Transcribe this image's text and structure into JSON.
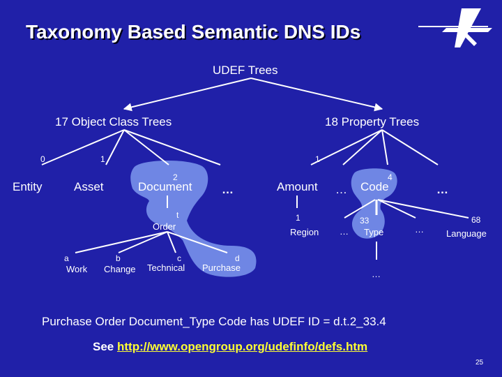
{
  "title": "Taxonomy Based Semantic DNS IDs",
  "tree": {
    "root": "UDEF Trees",
    "object_branch": "17 Object Class Trees",
    "property_branch": "18 Property Trees",
    "object_nodes": [
      {
        "code": "0",
        "label": "Entity"
      },
      {
        "code": "1",
        "label": "Asset"
      },
      {
        "code": "2",
        "label": "Document"
      },
      {
        "code": "",
        "label": "…"
      }
    ],
    "property_nodes": [
      {
        "code": "1",
        "label": "Amount"
      },
      {
        "code": "",
        "label": "…"
      },
      {
        "code": "4",
        "label": "Code"
      },
      {
        "code": "",
        "label": "…"
      }
    ],
    "order": {
      "code": "t",
      "label": "Order"
    },
    "order_children": [
      {
        "code": "a",
        "label": "Work"
      },
      {
        "code": "b",
        "label": "Change"
      },
      {
        "code": "c",
        "label": "Technical"
      },
      {
        "code": "d",
        "label": "Purchase"
      }
    ],
    "amount_child": {
      "code": "1",
      "label": "Region"
    },
    "code_children": [
      {
        "code": "",
        "label": "…"
      },
      {
        "code": "33",
        "label": "Type"
      },
      {
        "code": "",
        "label": "…"
      },
      {
        "code": "68",
        "label": "Language"
      }
    ],
    "type_child_ellipsis": "…"
  },
  "summary": "Purchase Order Document_Type Code  has UDEF ID = d.t.2_33.4",
  "reference": {
    "prefix": "See ",
    "url_text": "http://www.opengroup.org/udefinfo/defs.htm"
  },
  "page_number": "25",
  "colors": {
    "background": "#2020a8",
    "highlight": "#6f86e4",
    "link": "#ffff33",
    "text": "#ffffff"
  },
  "logo_icon": "star-logo-icon"
}
